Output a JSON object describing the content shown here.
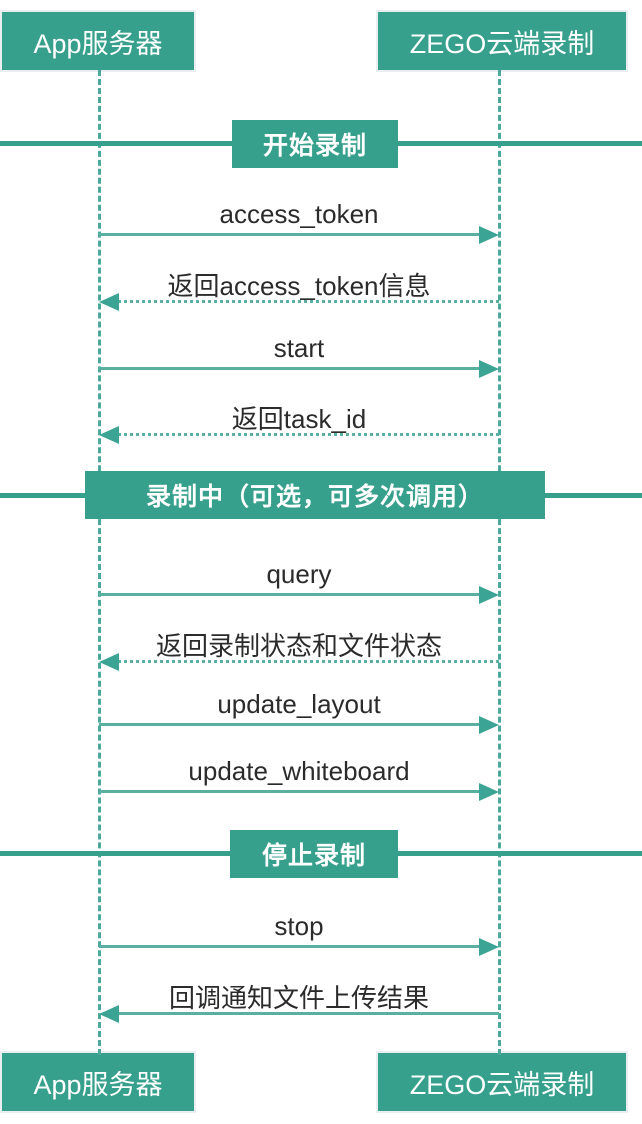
{
  "diagram": {
    "title": "ZEGO Cloud Recording Sequence Diagram",
    "colors": {
      "teal": "#37a08d",
      "arrow": "#59afa0",
      "arrow_head": "#3ba494",
      "lifeline": "#4aa99a",
      "text": "#2b2b2b",
      "background": "#ffffff"
    },
    "actors": [
      {
        "id": "app-server",
        "label": "App服务器"
      },
      {
        "id": "zego-cloud-recording",
        "label": "ZEGO云端录制"
      }
    ],
    "actors_bottom": [
      {
        "id": "app-server",
        "label": "App服务器"
      },
      {
        "id": "zego-cloud-recording",
        "label": "ZEGO云端录制"
      }
    ],
    "sections": [
      {
        "id": "start-recording",
        "label": "开始录制"
      },
      {
        "id": "recording-in-progress",
        "label": "录制中（可选，可多次调用）"
      },
      {
        "id": "stop-recording",
        "label": "停止录制"
      }
    ],
    "messages": [
      {
        "id": "access-token",
        "label": "access_token",
        "direction": "right",
        "style": "solid"
      },
      {
        "id": "return-access-token",
        "label": "返回access_token信息",
        "direction": "left",
        "style": "dotted"
      },
      {
        "id": "start",
        "label": "start",
        "direction": "right",
        "style": "solid"
      },
      {
        "id": "return-task-id",
        "label": "返回task_id",
        "direction": "left",
        "style": "dotted"
      },
      {
        "id": "query",
        "label": "query",
        "direction": "right",
        "style": "solid"
      },
      {
        "id": "return-record-file-state",
        "label": "返回录制状态和文件状态",
        "direction": "left",
        "style": "dotted"
      },
      {
        "id": "update-layout",
        "label": "update_layout",
        "direction": "right",
        "style": "solid"
      },
      {
        "id": "update-whiteboard",
        "label": "update_whiteboard",
        "direction": "right",
        "style": "solid"
      },
      {
        "id": "stop",
        "label": "stop",
        "direction": "right",
        "style": "solid"
      },
      {
        "id": "callback-upload-result",
        "label": "回调通知文件上传结果",
        "direction": "left",
        "style": "solid"
      }
    ]
  }
}
